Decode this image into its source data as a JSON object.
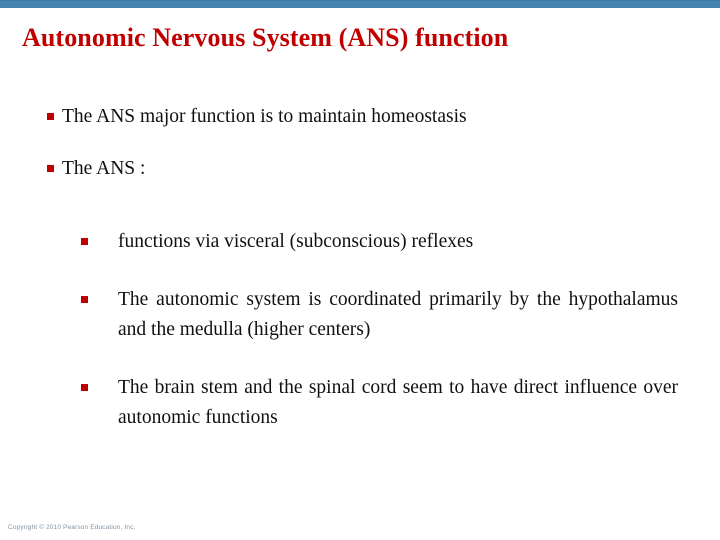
{
  "slide": {
    "title": "Autonomic Nervous System (ANS) function",
    "accent_bar_color": "#4482b0",
    "title_color": "#c00000",
    "bullet_color": "#c00000",
    "background_color": "#ffffff",
    "body_text_color": "#101010"
  },
  "bullets": {
    "level1": [
      {
        "text": "The ANS major function is to maintain homeostasis"
      },
      {
        "text": "The ANS :"
      }
    ],
    "level2": [
      {
        "text": "functions via visceral (subconscious) reflexes"
      },
      {
        "text": "The autonomic system is coordinated primarily by the hypothalamus and the medulla (higher centers)"
      },
      {
        "text": "The brain stem and the spinal cord seem to have direct influence over autonomic functions"
      }
    ]
  },
  "footer": {
    "copyright": "Copyright © 2010 Pearson Education, Inc.",
    "color": "#8494a8"
  }
}
